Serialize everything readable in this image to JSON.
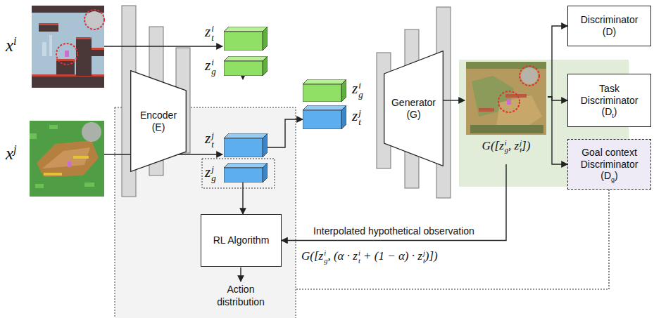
{
  "diagram": {
    "nodes": [
      {
        "text": [
          "Encoder (E)"
        ]
      },
      {
        "text": [
          "z_t^i"
        ]
      },
      {
        "text": [
          "z_g^i"
        ]
      },
      {
        "text": [
          "z_t^j"
        ]
      },
      {
        "text": [
          "z_g^j"
        ]
      },
      {
        "text": [
          "z_g^i"
        ]
      },
      {
        "text": [
          "z_t^j"
        ]
      },
      {
        "text": [
          "Generator (G)"
        ]
      },
      {
        "text": [
          "G([z_g^i, z_t^j])"
        ]
      },
      {
        "text": [
          "Discriminator (D)"
        ]
      },
      {
        "text": [
          "Task Discriminator (D_t)"
        ]
      },
      {
        "text": [
          "Goal context Discriminator (D_g)"
        ]
      },
      {
        "text": [
          "RL Algorithm"
        ]
      }
    ],
    "edges": [
      {
        "from": 2,
        "to": 5,
        "arrow": "to"
      },
      {
        "from": 3,
        "to": 6,
        "arrow": "to"
      },
      {
        "from": 7,
        "to": 8,
        "arrow": "to"
      },
      {
        "from": 8,
        "to": 9,
        "arrow": "to"
      },
      {
        "from": 8,
        "to": 10,
        "arrow": "to"
      },
      {
        "from": 8,
        "to": 11,
        "arrow": "to"
      },
      {
        "from": 8,
        "to": 12,
        "label": "Interpolated hypothetical observation",
        "arrow": "to"
      },
      {
        "from": 4,
        "to": 12,
        "arrow": "to"
      }
    ],
    "labels": [
      "x^i",
      "x^j",
      "Action distribution",
      "G([z_g^i, (α · z_t^i + (1 − α) · z_t^j)])"
    ]
  }
}
